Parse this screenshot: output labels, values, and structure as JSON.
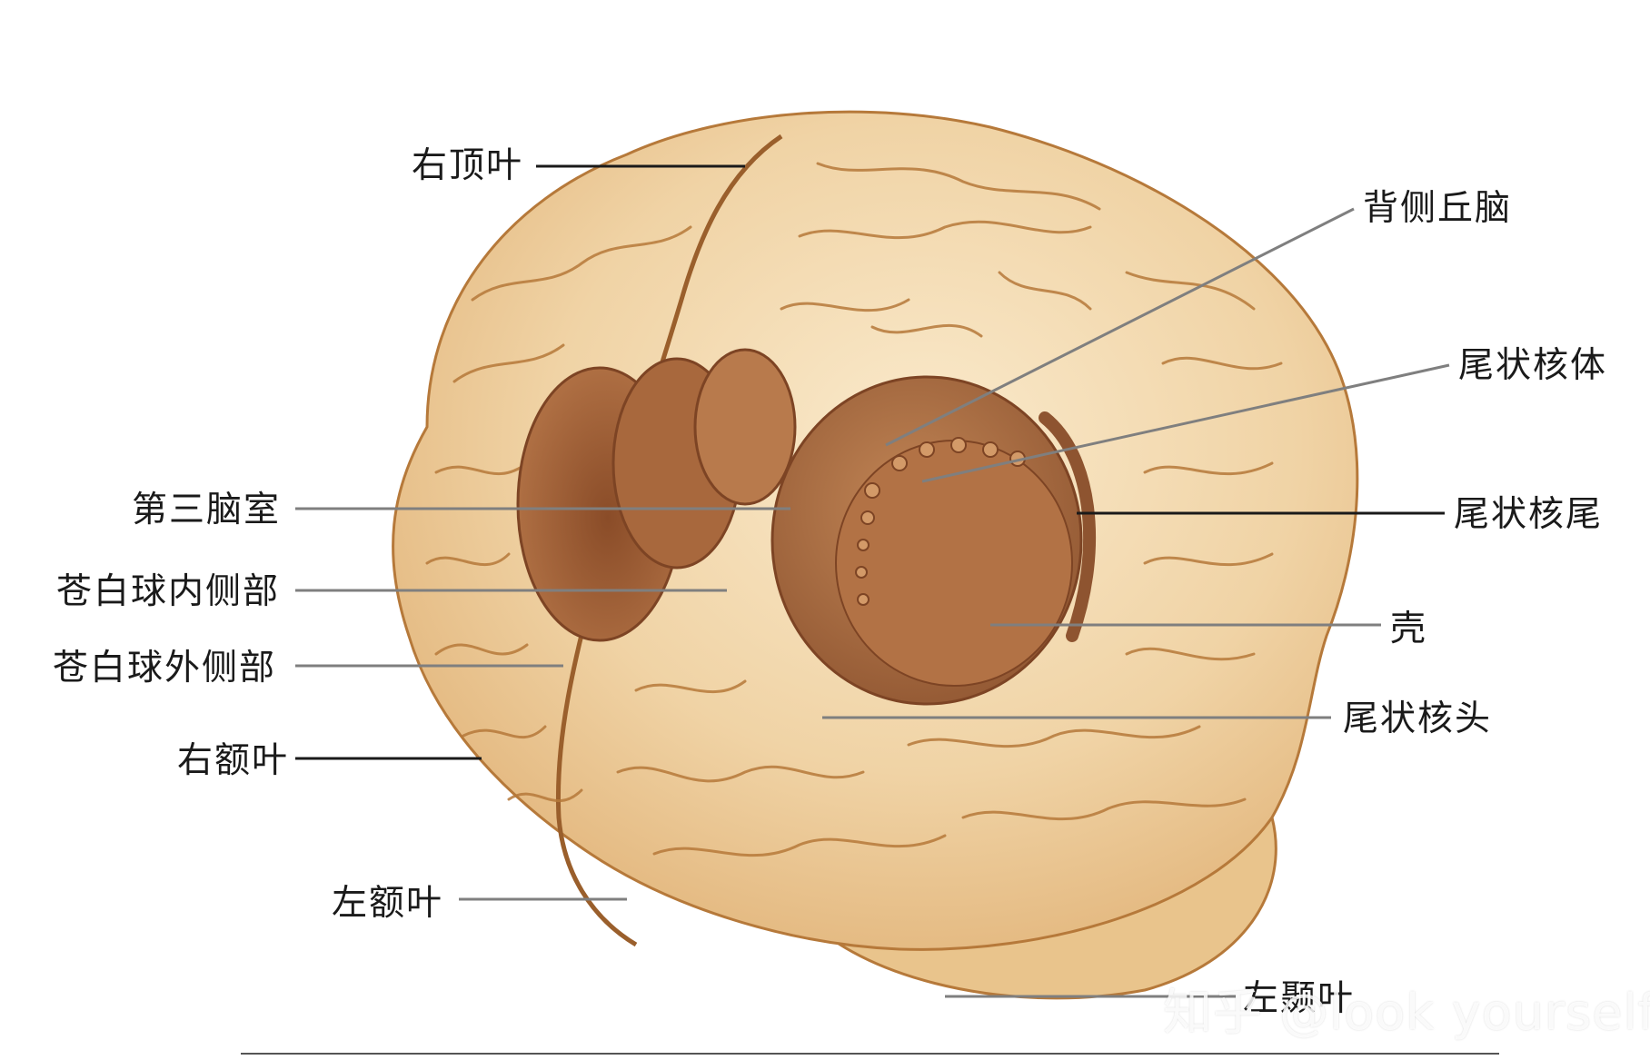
{
  "labels": {
    "right_parietal": "右顶叶",
    "third_ventricle": "第三脑室",
    "globus_pallidus_medial": "苍白球内侧部",
    "globus_pallidus_lateral": "苍白球外侧部",
    "right_frontal": "右额叶",
    "left_frontal": "左额叶",
    "dorsal_thalamus": "背侧丘脑",
    "caudate_body": "尾状核体",
    "caudate_tail": "尾状核尾",
    "putamen": "壳",
    "caudate_head": "尾状核头",
    "left_temporal": "左颞叶"
  },
  "watermark": "知乎 @look yourself",
  "colors": {
    "brain_light": "#f3d9b1",
    "brain_mid": "#e7bf86",
    "gyri_line": "#b6793a",
    "nuclei": "#a8683d",
    "nuclei_dark": "#7d4424",
    "leader_line": "#1a1a1a"
  }
}
